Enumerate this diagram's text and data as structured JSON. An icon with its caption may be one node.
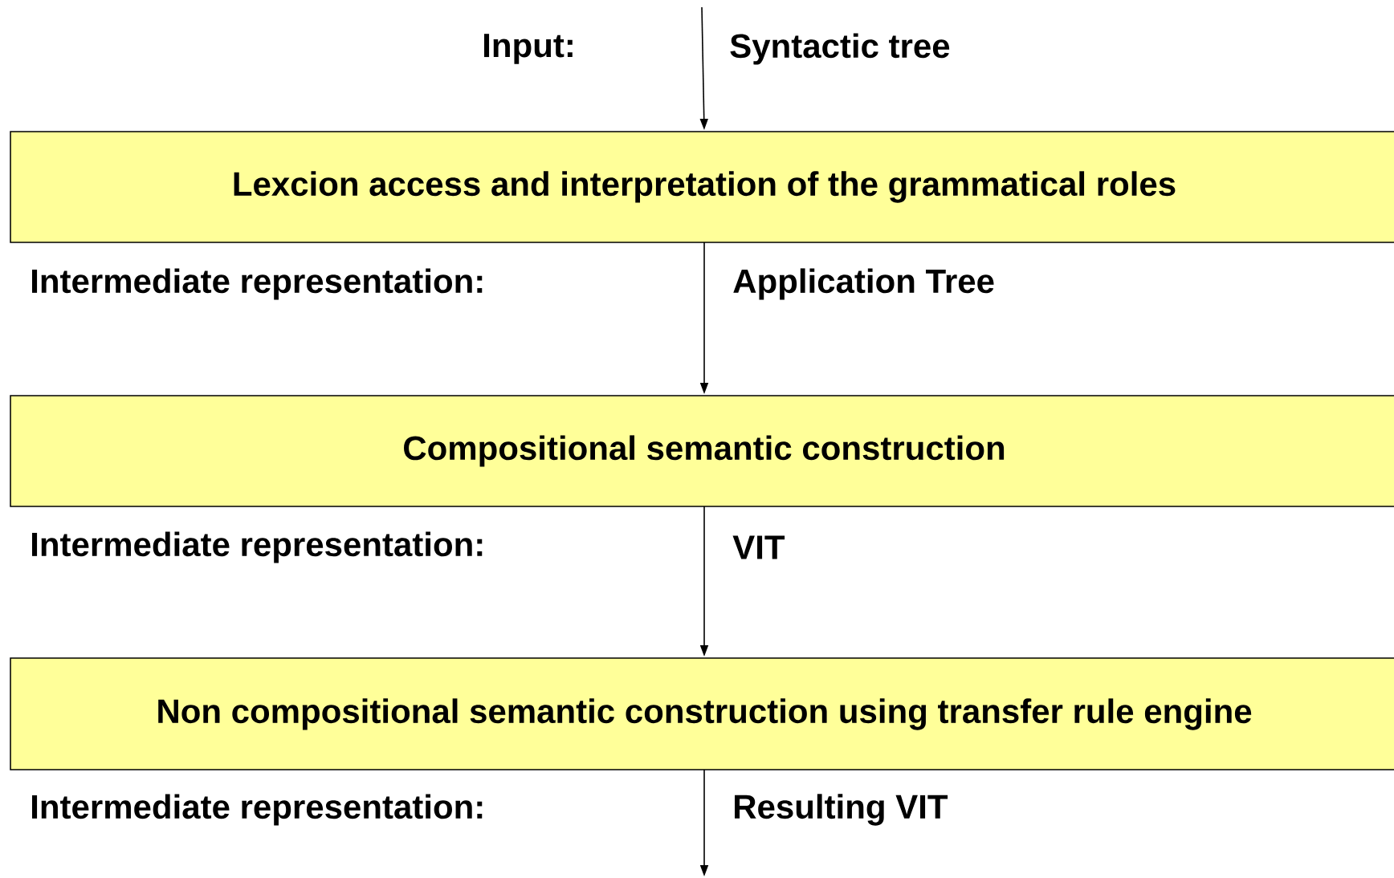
{
  "diagram": {
    "nodes": [
      {
        "text": [
          "Lexcion access and interpretation of the grammatical roles"
        ]
      },
      {
        "text": [
          "Compositional semantic construction"
        ]
      },
      {
        "text": [
          "Non compositional semantic construction using transfer rule engine"
        ]
      }
    ],
    "edges": [
      {
        "from": null,
        "to": 0,
        "arrow": "to"
      },
      {
        "from": 0,
        "to": 1,
        "arrow": "to"
      },
      {
        "from": 1,
        "to": 2,
        "arrow": "to"
      },
      {
        "from": 2,
        "to": null,
        "arrow": "to"
      }
    ],
    "labels": [
      "Input:",
      "Syntactic tree",
      "Intermediate representation:",
      "Application Tree",
      "Intermediate representation:",
      "VIT",
      "Intermediate representation:",
      "Resulting VIT"
    ]
  }
}
